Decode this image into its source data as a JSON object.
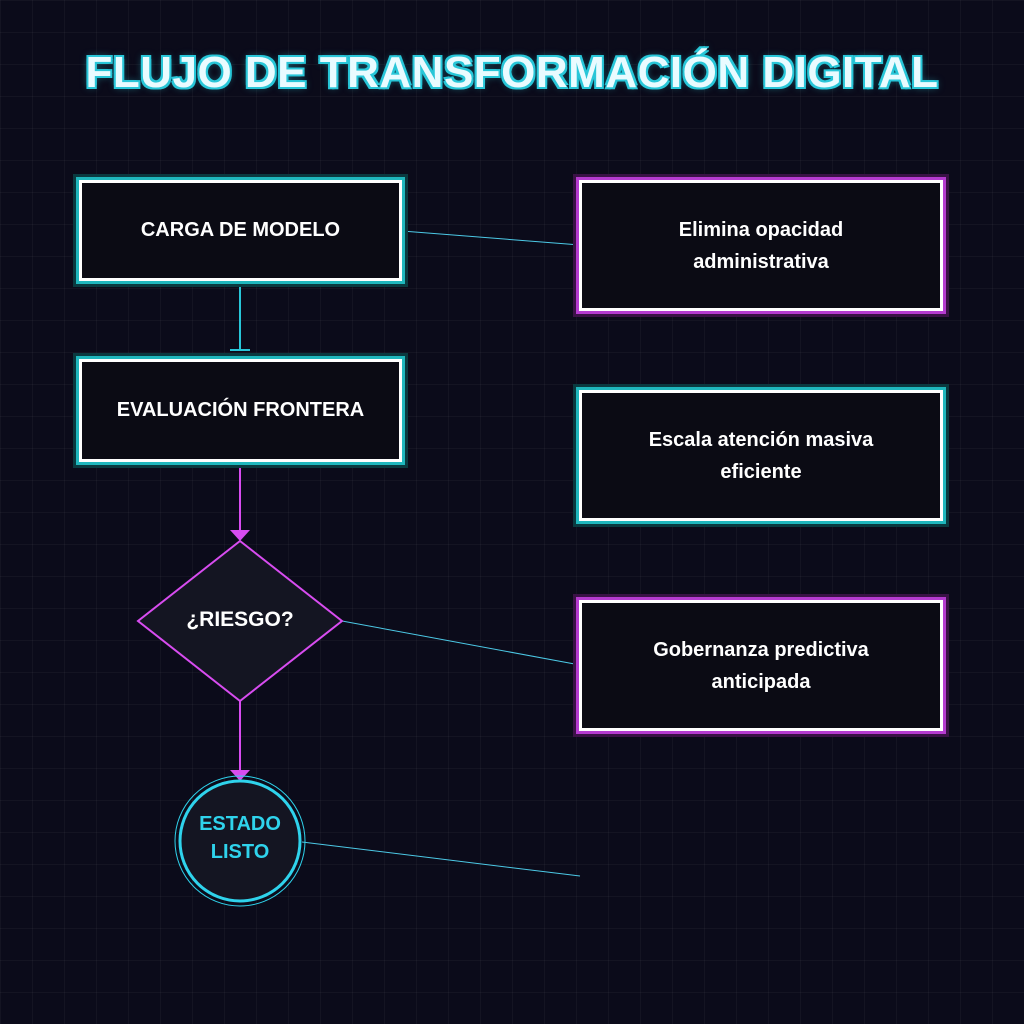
{
  "title": "FLUJO DE TRANSFORMACIÓN DIGITAL",
  "nodes": {
    "load": "CARGA DE MODELO",
    "eval": "EVALUACIÓN FRONTERA",
    "risk": "¿RIESGO?",
    "ready_line1": "ESTADO",
    "ready_line2": "LISTO"
  },
  "notes": [
    "Elimina opacidad administrativa",
    "Escala atención masiva eficiente",
    "Gobernanza predictiva anticipada"
  ],
  "colors": {
    "background": "#0b0b1a",
    "cyan": "#28c6d8",
    "magenta": "#d84cf0",
    "connector": "#4cc9e6"
  }
}
